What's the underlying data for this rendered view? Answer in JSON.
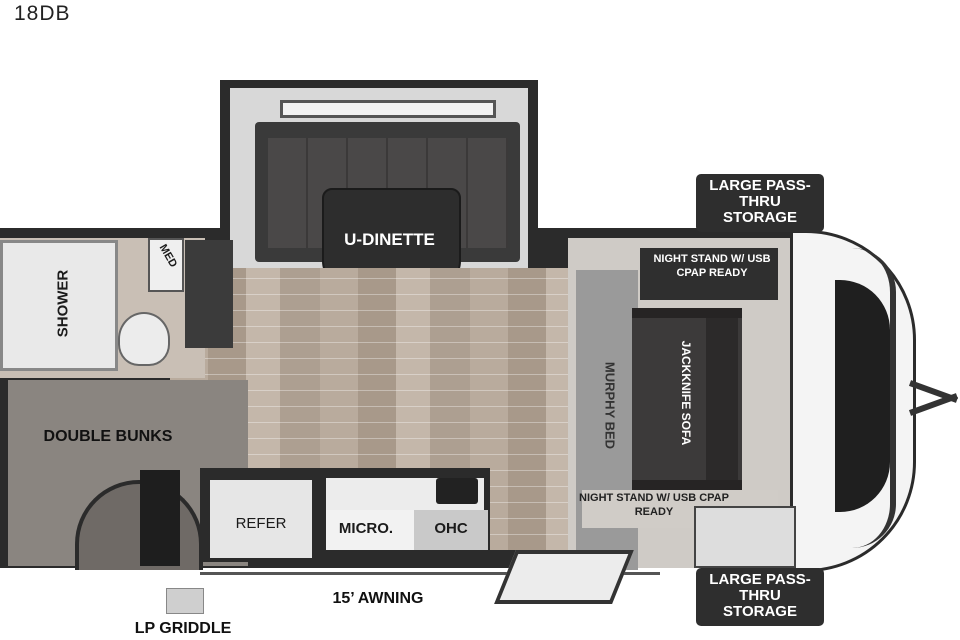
{
  "model": "18DB",
  "labels": {
    "u_dinette": "U-DINETTE",
    "med": "MED",
    "shower": "SHOWER",
    "murphy_bed": "MURPHY BED",
    "jackknife_sofa": "JACKKNIFE SOFA",
    "night_stand_top": "NIGHT STAND W/ USB CPAP READY",
    "night_stand_bottom": "NIGHT STAND W/ USB CPAP READY",
    "storage_top": "LARGE PASS-THRU STORAGE",
    "storage_bottom": "LARGE PASS-THRU STORAGE",
    "double_bunks": "DOUBLE BUNKS",
    "refer": "REFER",
    "micro": "MICRO.",
    "ohc": "OHC",
    "awning": "15’ AWNING",
    "lp_griddle": "LP GRIDDLE"
  },
  "colors": {
    "wall": "#2b2b2b",
    "cushion": "#3a3a3a",
    "bunk_carpet": "#8a8580",
    "murphy": "#9a9a9a",
    "floor_light": "#b9ab9d"
  }
}
